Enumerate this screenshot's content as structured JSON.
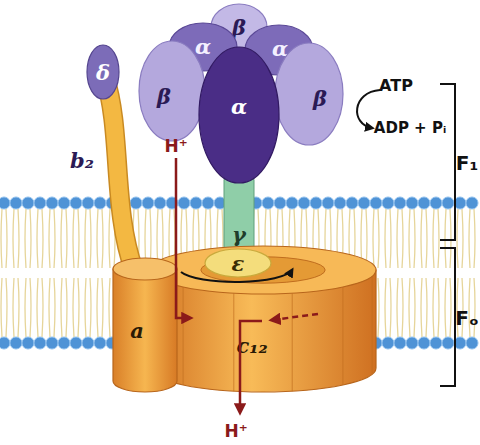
{
  "diagram": {
    "nodes": [
      {
        "text": [
          "β"
        ]
      },
      {
        "text": [
          "α"
        ]
      },
      {
        "text": [
          "α"
        ]
      },
      {
        "text": [
          "β"
        ]
      },
      {
        "text": [
          "β"
        ]
      },
      {
        "text": [
          "α"
        ]
      },
      {
        "text": [
          "δ"
        ]
      },
      {
        "text": [
          "b₂"
        ]
      },
      {
        "text": [
          "γ"
        ]
      },
      {
        "text": [
          "ε"
        ]
      },
      {
        "text": [
          "a"
        ]
      },
      {
        "text": [
          "c₁₂"
        ]
      }
    ],
    "labels": [
      "ATP",
      "ADP + Pᵢ",
      "H⁺",
      "F₁",
      "Fₒ",
      "H⁺"
    ]
  }
}
